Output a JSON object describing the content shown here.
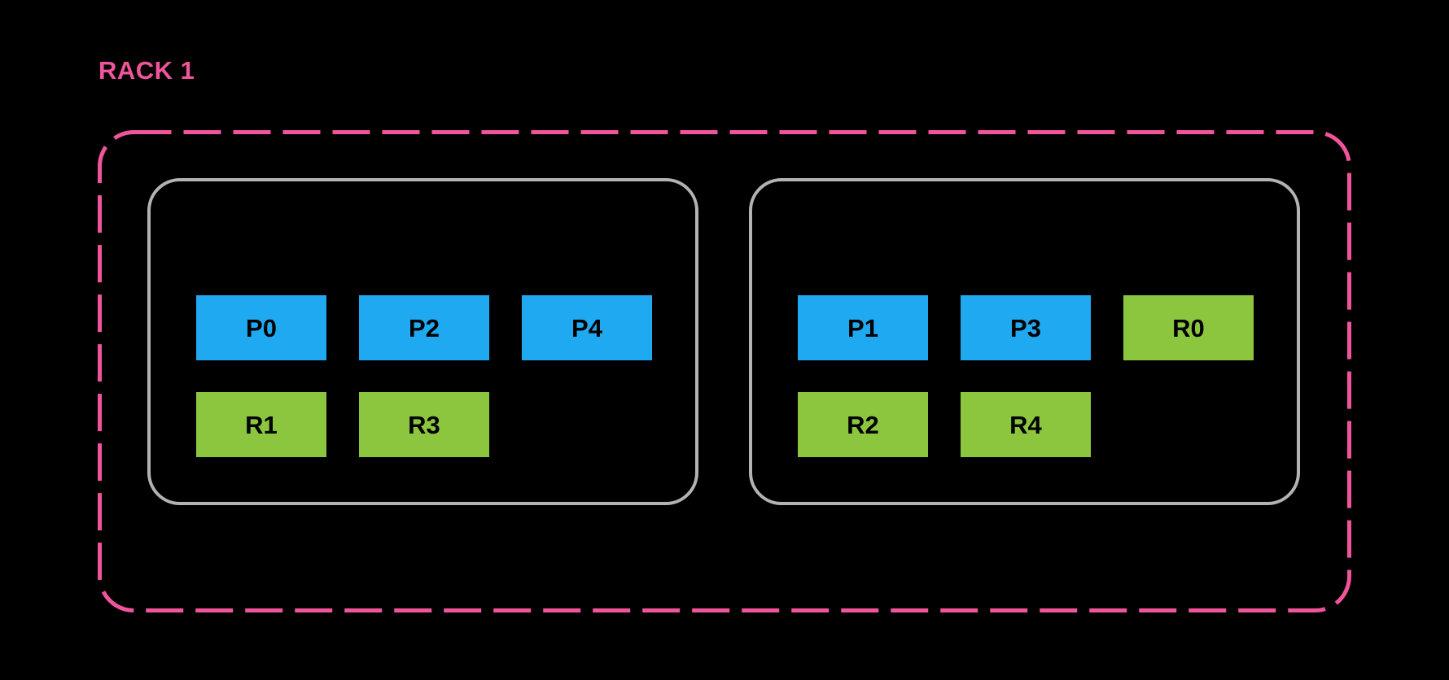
{
  "diagram": {
    "rack": {
      "label": "RACK 1",
      "nodes": [
        {
          "slots": [
            {
              "id": "P0",
              "type": "primary"
            },
            {
              "id": "P2",
              "type": "primary"
            },
            {
              "id": "P4",
              "type": "primary"
            },
            {
              "id": "R1",
              "type": "replica"
            },
            {
              "id": "R3",
              "type": "replica"
            }
          ]
        },
        {
          "slots": [
            {
              "id": "P1",
              "type": "primary"
            },
            {
              "id": "P3",
              "type": "primary"
            },
            {
              "id": "R0",
              "type": "replica"
            },
            {
              "id": "R2",
              "type": "replica"
            },
            {
              "id": "R4",
              "type": "replica"
            }
          ]
        }
      ]
    },
    "colors": {
      "background": "#000000",
      "rack_label": "#F0549B",
      "rack_border": "#F0549B",
      "node_border": "#B3B3B3",
      "primary_slot": "#1FA9F1",
      "replica_slot": "#8CC63F",
      "slot_text": "#000000"
    }
  }
}
